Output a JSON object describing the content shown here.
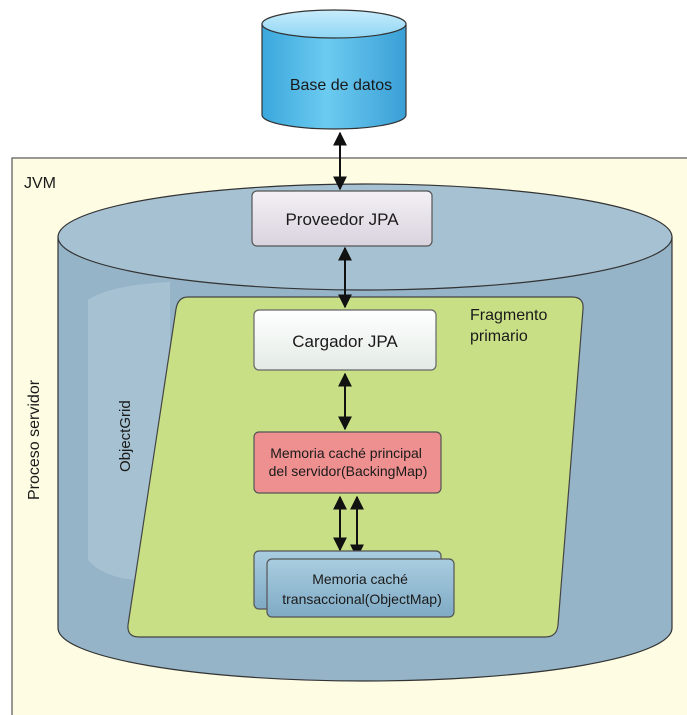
{
  "database": {
    "label": "Base de datos"
  },
  "jvm": {
    "label": "JVM"
  },
  "server_process": {
    "label": "Proceso servidor"
  },
  "objectgrid": {
    "label": "ObjectGrid"
  },
  "jpa_provider": {
    "label": "Proveedor JPA"
  },
  "primary_shard": {
    "line1": "Fragmento",
    "line2": "primario"
  },
  "jpa_loader": {
    "label": "Cargador JPA"
  },
  "backing_map": {
    "line1": "Memoria caché principal",
    "line2": "del servidor(BackingMap)"
  },
  "object_map": {
    "line1": "Memoria caché",
    "line2": "transaccional(ObjectMap)"
  },
  "colors": {
    "database_fill": "#5cc0ec",
    "jvm_fill": "#fefde4",
    "objectgrid_fill": "#95b4c7",
    "shard_fill": "#c8df86",
    "provider_fill": "#e2dde6",
    "loader_fill": "#eef3ef",
    "backingmap_fill": "#ef9090",
    "objectmap_fill": "#8fb8d1"
  }
}
